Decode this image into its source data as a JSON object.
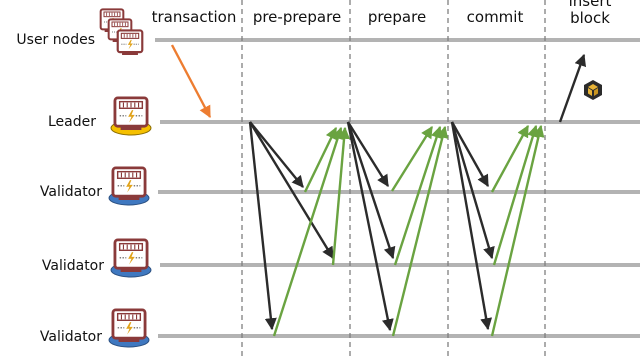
{
  "phases": [
    "transaction",
    "pre-prepare",
    "prepare",
    "commit",
    "insert",
    "block"
  ],
  "nodes": [
    "User nodes",
    "Leader",
    "Validator",
    "Validator",
    "Validator"
  ],
  "colors": {
    "lane": "#b3b3b3",
    "divider": "#7f7f7f",
    "black_arrow": "#2b2b2b",
    "green_arrow": "#6aa341",
    "orange_arrow": "#ed7d31",
    "leader_base": "#f5c000",
    "validator_base": "#3f78c0",
    "device_frame": "#8a3a3a",
    "block_icon": "#e9b437"
  },
  "icons": [
    "meter-icon",
    "block-icon"
  ]
}
